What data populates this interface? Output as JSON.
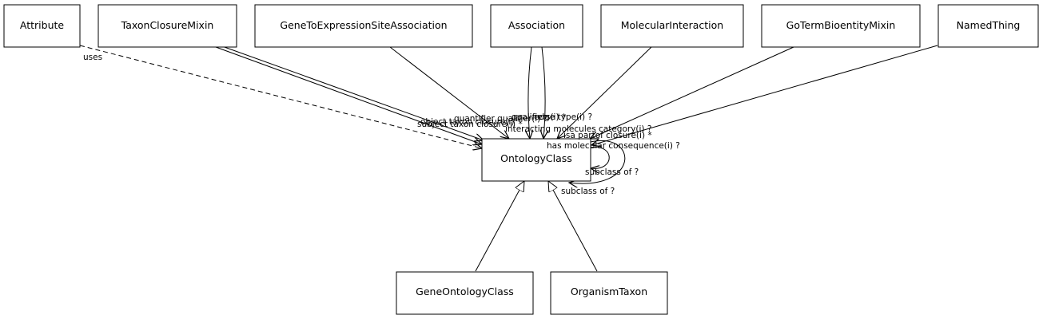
{
  "nodes": {
    "attribute": "Attribute",
    "taxon_closure_mixin": "TaxonClosureMixin",
    "gene_to_expression_site_association": "GeneToExpressionSiteAssociation",
    "association": "Association",
    "molecular_interaction": "MolecularInteraction",
    "go_term_bioentity_mixin": "GoTermBioentityMixin",
    "named_thing": "NamedThing",
    "ontology_class": "OntologyClass",
    "gene_ontology_class": "GeneOntologyClass",
    "organism_taxon": "OrganismTaxon"
  },
  "edge_labels": {
    "uses": "uses",
    "object_taxon_closure": "object taxon closure(i) *",
    "subject_taxon_closure": "subject taxon closure(i) *",
    "quantifier_qualifier": "quantifier qualifier(i) ?",
    "qualifiers": "qualifiers(i) *",
    "edge_type": "edge type(i) ?",
    "interacting_molecules_category": "interacting molecules category(i) ?",
    "isa_partof_closure": "isa partof closure(i) *",
    "has_molecular_consequence": "has molecular consequence(i) ?",
    "subclass_of_1": "subclass of ?",
    "subclass_of_2": "subclass of ?"
  }
}
